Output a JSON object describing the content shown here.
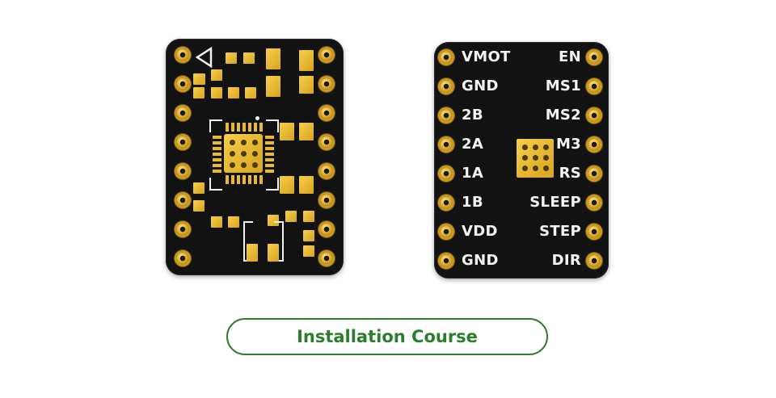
{
  "right_board": {
    "left_pins": [
      "VMOT",
      "GND",
      "2B",
      "2A",
      "1A",
      "1B",
      "VDD",
      "GND"
    ],
    "right_pins": [
      "EN",
      "MS1",
      "MS2",
      "M3",
      "RS",
      "SLEEP",
      "STEP",
      "DIR"
    ]
  },
  "course_button": {
    "label": "Installation Course"
  },
  "colors": {
    "board": "#121212",
    "pad_gold": "#e8b932",
    "silkscreen": "#f2f2f2",
    "button_green": "#2c7d2c"
  }
}
